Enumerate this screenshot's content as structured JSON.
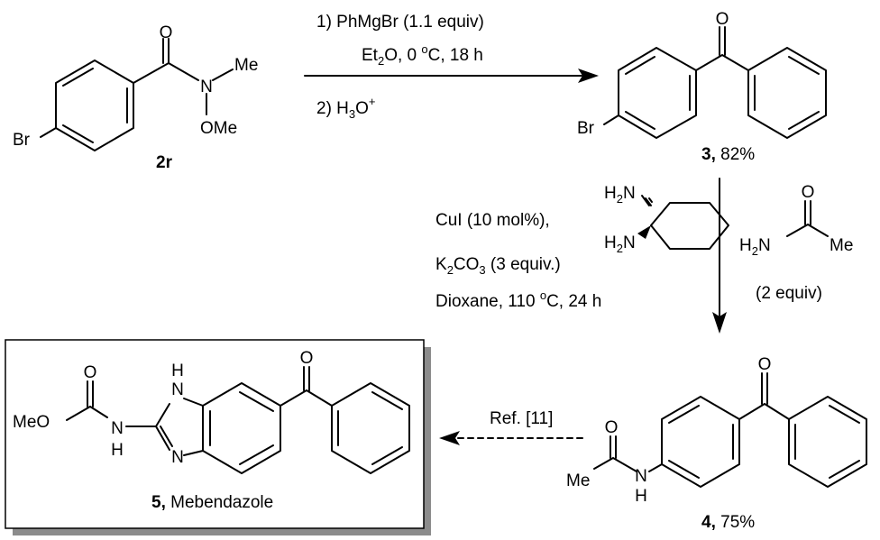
{
  "colors": {
    "ink": "#000000",
    "box_shadow": "#8c8c8c",
    "background": "#ffffff"
  },
  "step1": {
    "line1_main": "1) PhMgBr (1.1 equiv)",
    "line2_a": "Et",
    "line2_sub": "2",
    "line2_b": "O, 0 ",
    "line2_sup": "o",
    "line2_c": "C, 18 h",
    "line3_a": "2) H",
    "line3_sub": "3",
    "line3_b": "O",
    "line3_sup": "+"
  },
  "step2": {
    "cat": "CuI (10 mol%),",
    "base_a": "K",
    "base_sub1": "2",
    "base_b": "CO",
    "base_sub2": "3",
    "base_c": " (3 equiv.)",
    "solvent_a": "Dioxane, 110 ",
    "solvent_sup": "o",
    "solvent_b": "C, 24 h",
    "amide_equiv": "(2 equiv)"
  },
  "step3": {
    "ref": "Ref. [11]"
  },
  "atoms": {
    "o": "O",
    "n": "N",
    "me": "Me",
    "ome": "OMe",
    "br": "Br",
    "h2n": "H",
    "h2n_sub": "2",
    "h2n_n": "N",
    "nh_n": "N",
    "nh_h": "H",
    "meo": "MeO",
    "h": "H"
  },
  "labels": {
    "c2r": "2r",
    "c3_bold": "3,",
    "c3_yield": " 82%",
    "c4_bold": "4,",
    "c4_yield": " 75%",
    "c5_bold": "5,",
    "c5_name": " Mebendazole"
  }
}
